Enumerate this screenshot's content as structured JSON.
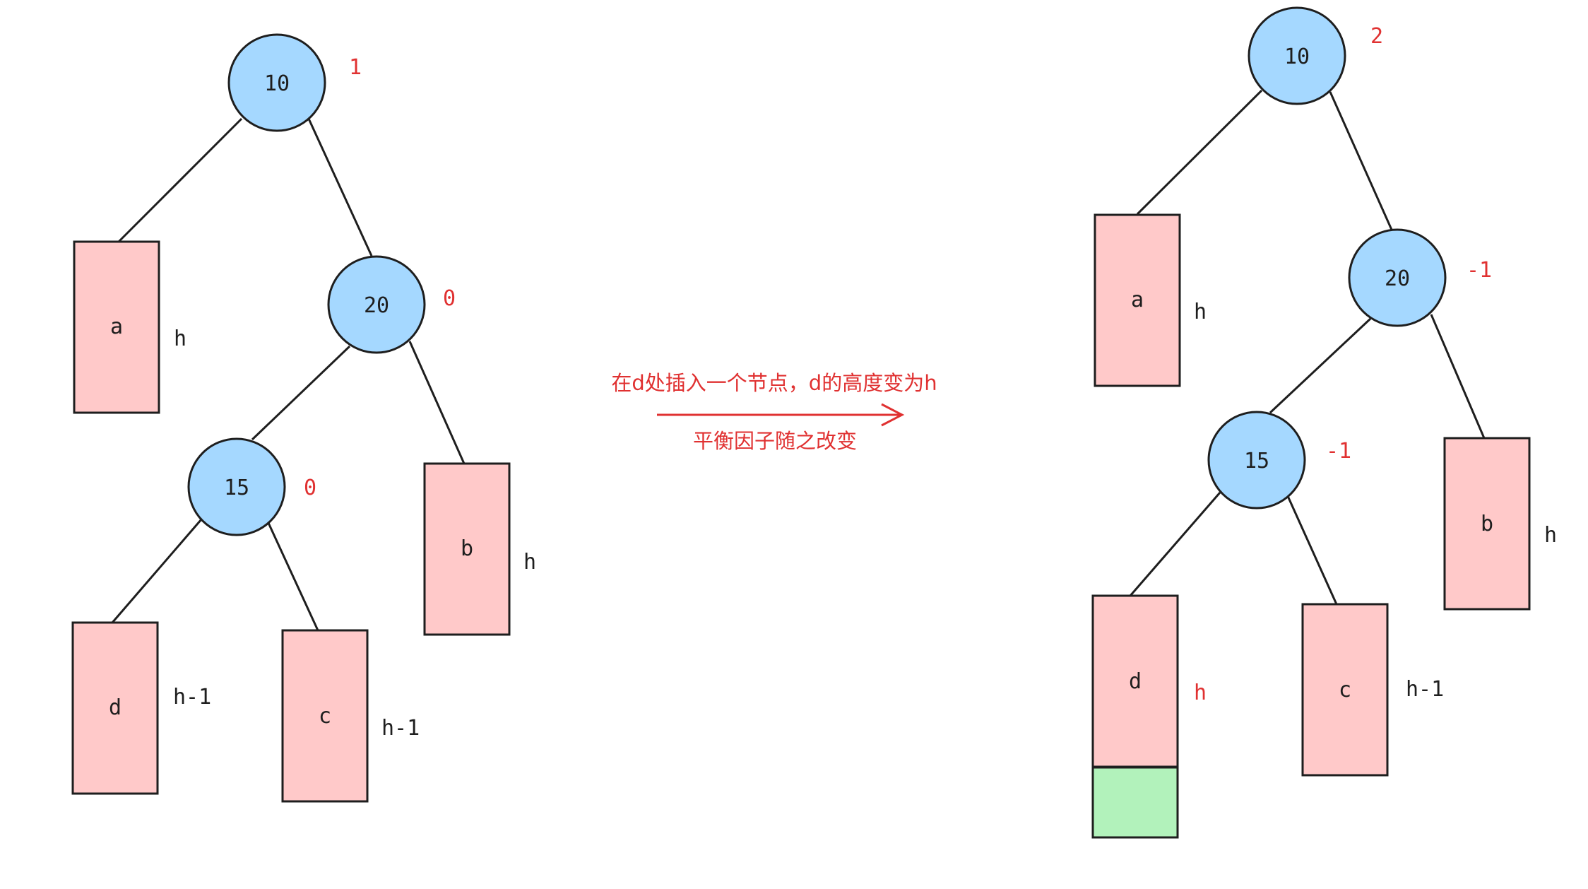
{
  "colors": {
    "node_fill": "#a5d8ff",
    "subtree_fill": "#ffc9c9",
    "inserted_fill": "#b2f2bb",
    "stroke": "#1e1e1e",
    "highlight": "#e03131"
  },
  "before": {
    "nodes": [
      {
        "key": "10",
        "balance": "1"
      },
      {
        "key": "20",
        "balance": "0"
      },
      {
        "key": "15",
        "balance": "0"
      }
    ],
    "subtrees": [
      {
        "name": "a",
        "height": "h"
      },
      {
        "name": "b",
        "height": "h"
      },
      {
        "name": "d",
        "height": "h-1"
      },
      {
        "name": "c",
        "height": "h-1"
      }
    ]
  },
  "transition": {
    "line1": "在d处插入一个节点，d的高度变为h",
    "line2": "平衡因子随之改变"
  },
  "after": {
    "nodes": [
      {
        "key": "10",
        "balance": "2"
      },
      {
        "key": "20",
        "balance": "-1"
      },
      {
        "key": "15",
        "balance": "-1"
      }
    ],
    "subtrees": [
      {
        "name": "a",
        "height": "h"
      },
      {
        "name": "b",
        "height": "h"
      },
      {
        "name": "d",
        "height": "h"
      },
      {
        "name": "c",
        "height": "h-1"
      }
    ]
  }
}
